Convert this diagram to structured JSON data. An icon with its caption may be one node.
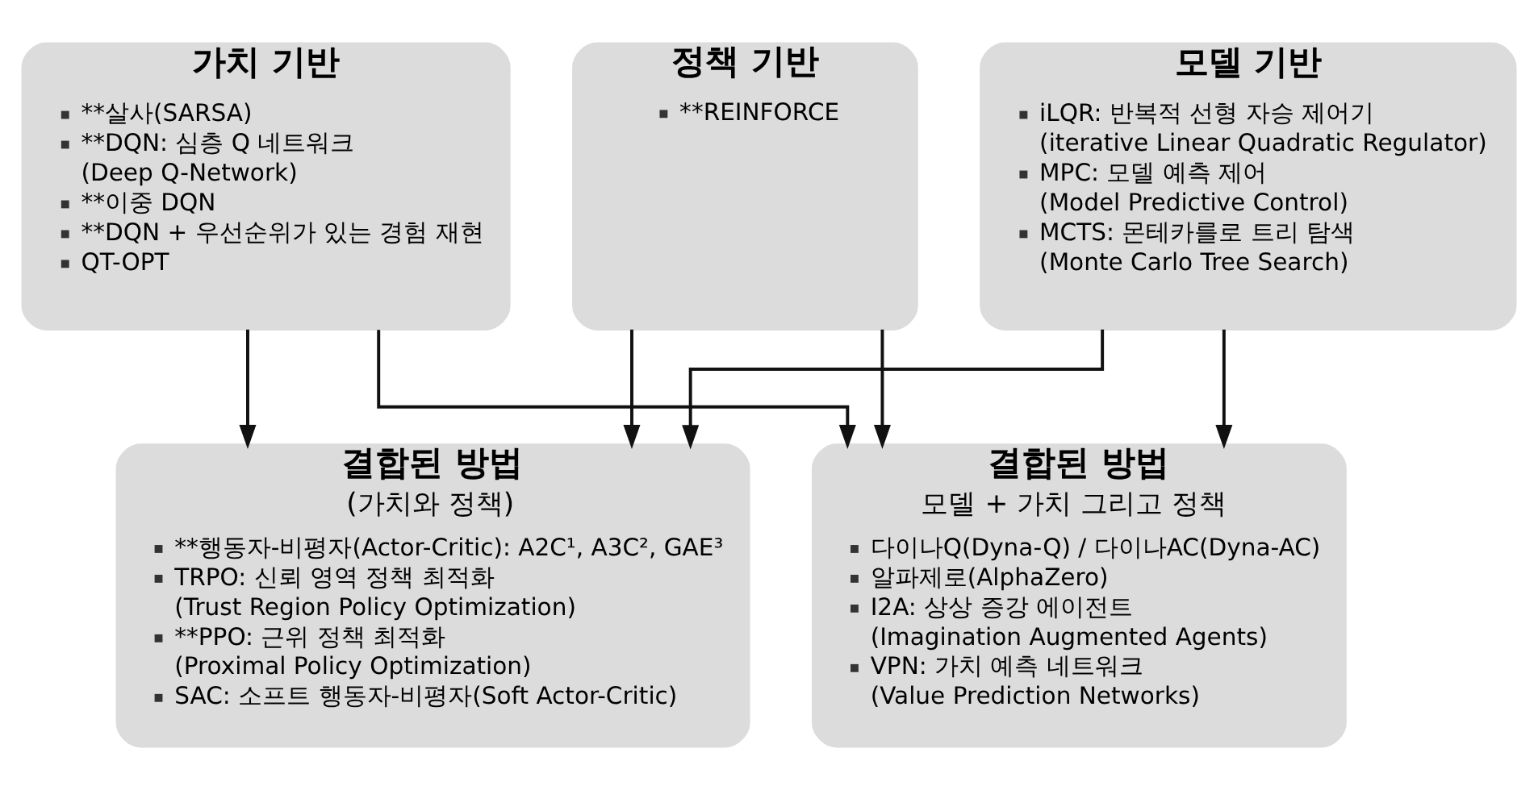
{
  "diagram": {
    "nodes": [
      {
        "text": [
          "가치 기반",
          "**살사(SARSA)",
          "**DQN: 심층 Q 네트워크 (Deep Q-Network)",
          "**이중 DQN",
          "**DQN + 우선순위가 있는 경험 재현",
          "QT-OPT"
        ]
      },
      {
        "text": [
          "정책 기반",
          "**REINFORCE"
        ]
      },
      {
        "text": [
          "모델 기반",
          "iLQR: 반복적 선형 자승 제어기 (iterative Linear Quadratic Regulator)",
          "MPC: 모델 예측 제어 (Model Predictive Control)",
          "MCTS: 몬테카를로 트리 탐색 (Monte Carlo Tree Search)"
        ]
      },
      {
        "text": [
          "결합된 방법",
          "(가치와 정책)",
          "**행동자-비평자(Actor-Critic): A2C¹, A3C², GAE³",
          "TRPO: 신뢰 영역 정책 최적화 (Trust Region Policy Optimization)",
          "**PPO: 근위 정책 최적화 (Proximal Policy Optimization)",
          "SAC: 소프트 행동자-비평자(Soft Actor-Critic)"
        ]
      },
      {
        "text": [
          "결합된 방법",
          "모델 + 가치 그리고 정책",
          "다이나Q(Dyna-Q) / 다이나AC(Dyna-AC)",
          "알파제로(AlphaZero)",
          "I2A: 상상 증강 에이전트 (Imagination Augmented Agents)",
          "VPN: 가치 예측 네트워크 (Value Prediction Networks)"
        ]
      }
    ],
    "edges": [
      {
        "from": 0,
        "to": 3,
        "arrow": "to"
      },
      {
        "from": 1,
        "to": 3,
        "arrow": "to"
      },
      {
        "from": 2,
        "to": 3,
        "arrow": "to"
      },
      {
        "from": 0,
        "to": 4,
        "arrow": "to"
      },
      {
        "from": 1,
        "to": 4,
        "arrow": "to"
      },
      {
        "from": 2,
        "to": 4,
        "arrow": "to"
      }
    ]
  }
}
